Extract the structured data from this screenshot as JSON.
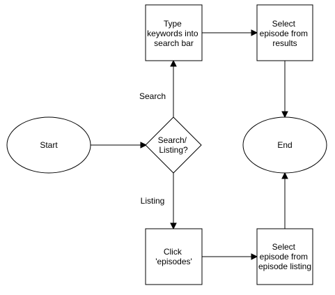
{
  "nodes": {
    "start": {
      "label": [
        "Start"
      ]
    },
    "decision": {
      "label": [
        "Search/",
        "Listing?"
      ]
    },
    "type_keywords": {
      "label": [
        "Type",
        "keywords into",
        "search bar"
      ]
    },
    "select_results": {
      "label": [
        "Select",
        "episode from",
        "results"
      ]
    },
    "end": {
      "label": [
        "End"
      ]
    },
    "click_episodes": {
      "label": [
        "Click",
        "'episodes'"
      ]
    },
    "select_listing": {
      "label": [
        "Select",
        "episode from",
        "episode listing"
      ]
    }
  },
  "edges": {
    "search_label": "Search",
    "listing_label": "Listing"
  }
}
